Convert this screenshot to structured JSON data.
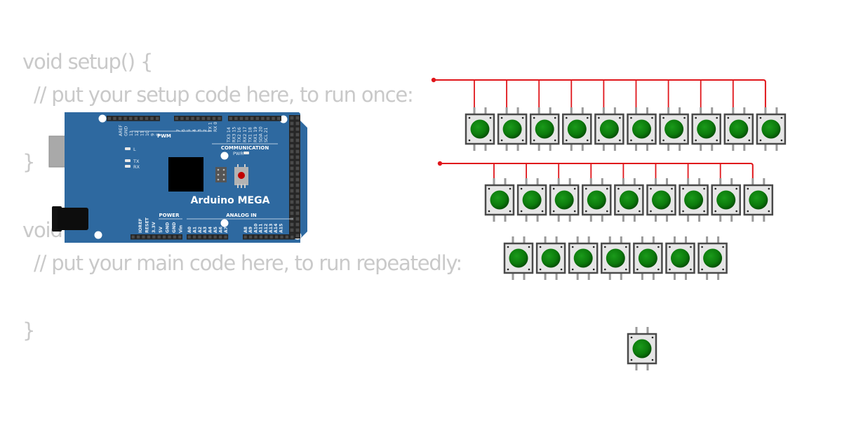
{
  "code_editor": {
    "lines": [
      "void setup() {",
      "  // put your setup code here, to run once:",
      "",
      "}",
      "",
      "void loop() {",
      "  // put your main code here, to run repeatedly:",
      "",
      "}"
    ]
  },
  "board": {
    "name": "Arduino MEGA",
    "color": "#2e69a0",
    "header_labels": {
      "pwm": "PWM",
      "communication": "COMMUNICATION",
      "power": "POWER",
      "analog_in": "ANALOG IN"
    },
    "top_pins_left": [
      "AREF",
      "GND",
      "13",
      "12",
      "11",
      "10",
      "9",
      "8"
    ],
    "top_pins_mid": [
      "7",
      "6",
      "5",
      "4",
      "3",
      "2",
      "TX 1",
      "RX 0"
    ],
    "top_pins_right": [
      "TX3 14",
      "RX3 15",
      "TX2 16",
      "RX2 17",
      "TX1 18",
      "RX1 19",
      "SDA 20",
      "SCL 21"
    ],
    "power_pins": [
      "IOREF",
      "RESET",
      "3.3V",
      "5V",
      "GND",
      "GND",
      "Vin"
    ],
    "analog_pins_a": [
      "A0",
      "A1",
      "A2",
      "A3",
      "A4",
      "A5",
      "A6",
      "A7"
    ],
    "analog_pins_b": [
      "A8",
      "A9",
      "A10",
      "A11",
      "A12",
      "A13",
      "A14",
      "A15"
    ],
    "leds": [
      "L",
      "TX",
      "RX"
    ],
    "pwr_label": "PWR"
  },
  "circuit": {
    "wire_color": "#e0161b",
    "button_color": "#0c7a0c",
    "rows": [
      {
        "name": "row-1",
        "count": 10,
        "wired": true
      },
      {
        "name": "row-2",
        "count": 9,
        "wired": true
      },
      {
        "name": "row-3",
        "count": 7,
        "wired": false
      },
      {
        "name": "row-4",
        "count": 1,
        "wired": false
      }
    ]
  }
}
